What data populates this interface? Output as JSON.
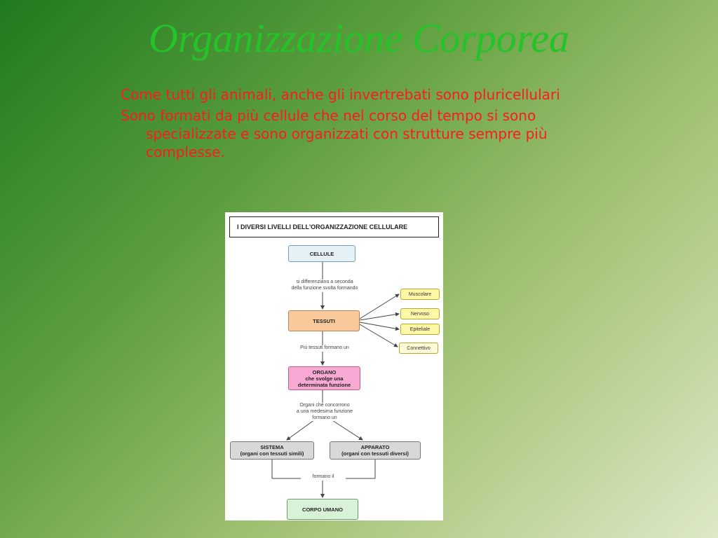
{
  "slide": {
    "title": "Organizzazione Corporea",
    "bullets": [
      "Come tutti gli animali, anche gli invertrebati sono pluricellulari",
      "Sono formati da più cellule che nel corso del tempo si sono specializzate e  sono organizzati con strutture sempre più complesse."
    ]
  },
  "figure": {
    "title": "I DIVERSI LIVELLI DELL'ORGANIZZAZIONE CELLULARE",
    "nodes": {
      "cellule": "CELLULE",
      "tessuti": "TESSUTI",
      "organo": [
        "ORGANO",
        "che svolge una",
        "determinata funzione"
      ],
      "sistema": [
        "SISTEMA",
        "(organi con tessuti simili)"
      ],
      "apparato": [
        "APPARATO",
        "(organi  con tessuti diversi)"
      ],
      "corpo": "CORPO UMANO"
    },
    "tissues": [
      "Muscolare",
      "Nervoso",
      "Epiteliale",
      "Connettivo"
    ],
    "edge_labels": {
      "cellule_tessuti": [
        "si differenziano a seconda",
        "della funzione svolta formando"
      ],
      "tessuti_organo": "Più tessuti formano un",
      "organo_sistemi": [
        "Organi che concorrono",
        "a una medesima funzione",
        "formano un"
      ],
      "sistemi_corpo": "formano il"
    },
    "colors": {
      "cellule": "#e6f1f6",
      "tessuti": "#f8c99a",
      "organo": "#f7a9d3",
      "sistema": "#d8d8d8",
      "corpo": "#d8f2d8",
      "tissue": "#fff8a8"
    }
  }
}
